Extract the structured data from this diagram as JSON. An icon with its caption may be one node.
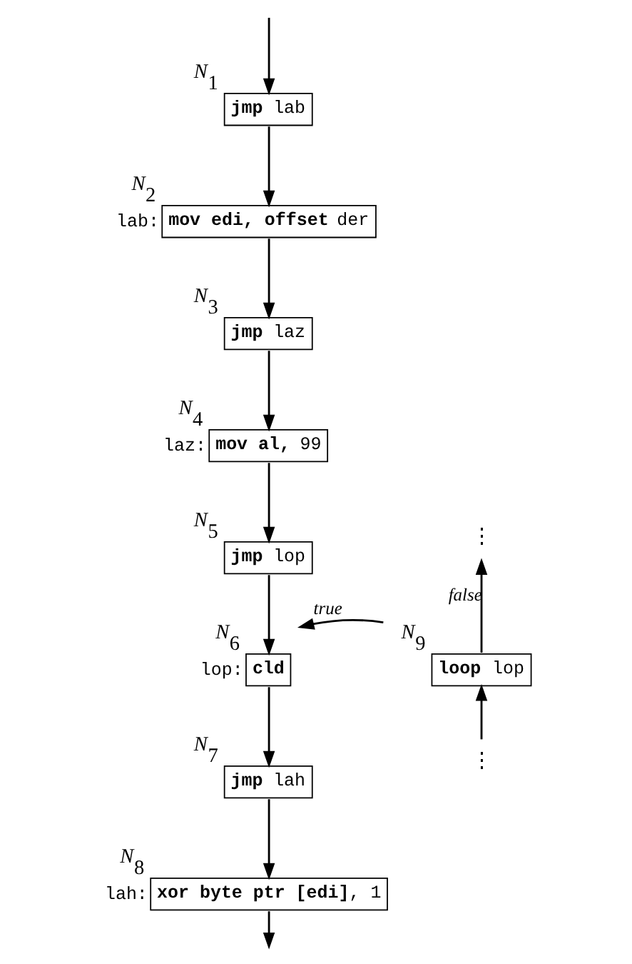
{
  "diagram": {
    "nodes": [
      {
        "text": [
          "**jmp** lab"
        ],
        "beside": [
          "N$_{1}$"
        ]
      },
      {
        "text": [
          "**mov edi, offset** der"
        ],
        "beside": [
          "N$_{2}$",
          "lab:"
        ]
      },
      {
        "text": [
          "**jmp** laz"
        ],
        "beside": [
          "N$_{3}$"
        ]
      },
      {
        "text": [
          "**mov al,** 99"
        ],
        "beside": [
          "N$_{4}$",
          "laz:"
        ]
      },
      {
        "text": [
          "**jmp** lop"
        ],
        "beside": [
          "N$_{5}$"
        ]
      },
      {
        "text": [
          "**cld**"
        ],
        "beside": [
          "N$_{6}$",
          "lop:"
        ]
      },
      {
        "text": [
          "**jmp** lah"
        ],
        "beside": [
          "N$_{7}$"
        ]
      },
      {
        "text": [
          "**xor byte ptr** **[edi]**, 1"
        ],
        "beside": [
          "N$_{8}$",
          "lah:"
        ]
      },
      {
        "text": [
          "**loop** lop"
        ],
        "beside": [
          "N$_{9}$"
        ]
      },
      {
        "text": [
          "⋮"
        ]
      },
      {
        "text": [
          "⋮"
        ]
      }
    ],
    "edges": [
      {
        "from": null,
        "to": 0,
        "arrow": "to"
      },
      {
        "from": 0,
        "to": 1,
        "arrow": "to"
      },
      {
        "from": 1,
        "to": 2,
        "arrow": "to"
      },
      {
        "from": 2,
        "to": 3,
        "arrow": "to"
      },
      {
        "from": 3,
        "to": 4,
        "arrow": "to"
      },
      {
        "from": 4,
        "to": 5,
        "arrow": "to"
      },
      {
        "from": 5,
        "to": 6,
        "arrow": "to"
      },
      {
        "from": 6,
        "to": 7,
        "arrow": "to"
      },
      {
        "from": 7,
        "to": null,
        "arrow": "to"
      },
      {
        "from": 8,
        "to": 5,
        "arrow": "to",
        "label": "true"
      },
      {
        "from": 8,
        "to": 9,
        "arrow": "to",
        "label": "false"
      },
      {
        "from": 10,
        "to": 8,
        "arrow": "to"
      }
    ]
  }
}
